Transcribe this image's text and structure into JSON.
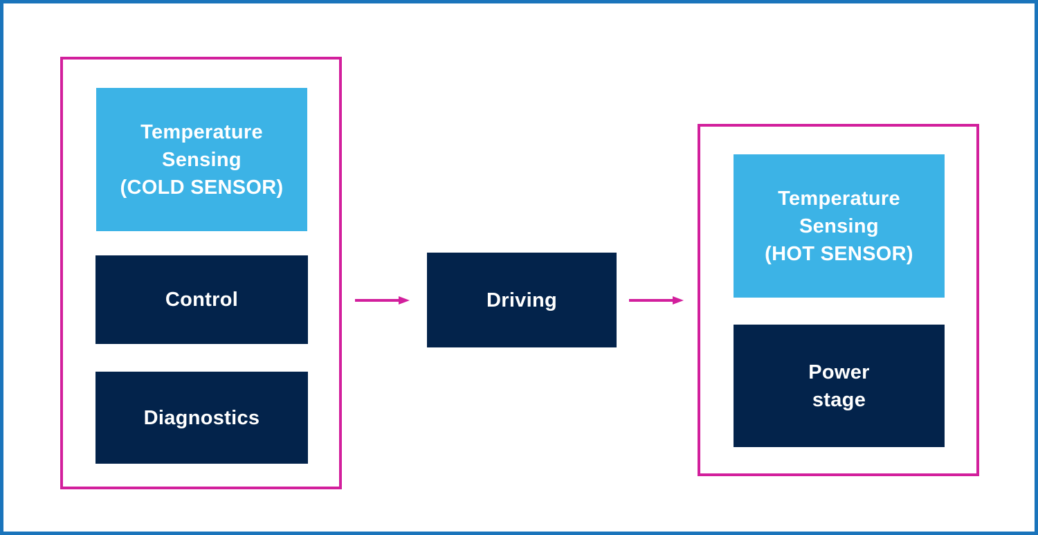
{
  "colors": {
    "frame_border": "#1a74bb",
    "group_border": "#d21f9c",
    "light_block": "#3cb3e6",
    "dark_block": "#03234b",
    "arrow": "#d21f9c",
    "text": "#ffffff"
  },
  "blocks": {
    "cold_sensor": "Temperature\nSensing\n(COLD SENSOR)",
    "control": "Control",
    "diagnostics": "Diagnostics",
    "driving": "Driving",
    "hot_sensor": "Temperature\nSensing\n(HOT SENSOR)",
    "power_stage": "Power\nstage"
  }
}
